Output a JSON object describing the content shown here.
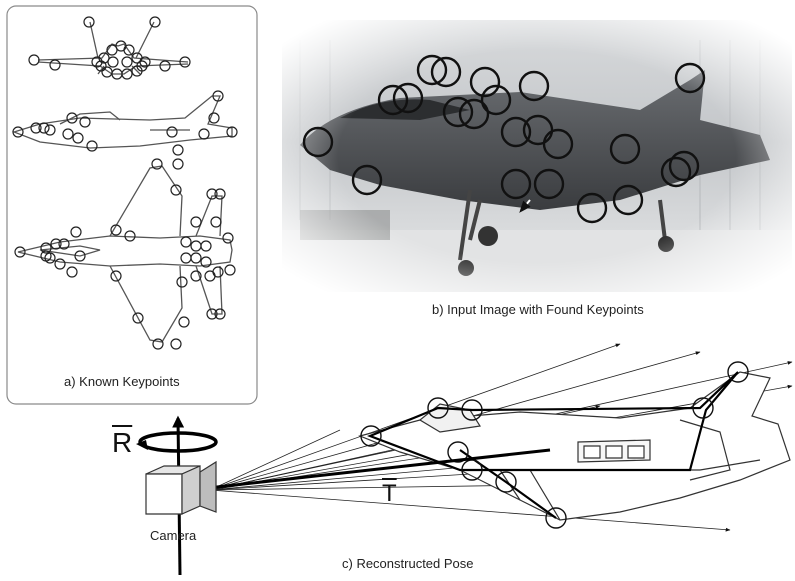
{
  "panel_a": {
    "caption": "a) Known  Keypoints"
  },
  "panel_b": {
    "caption": "b) Input Image with Found Keypoints"
  },
  "panel_c": {
    "caption": "c) Reconstructed Pose",
    "camera_label": "Camera",
    "rotation_symbol": "R",
    "translation_symbol": "T"
  },
  "icons": [
    "keypoint-circle-icon",
    "rotation-arrow-icon",
    "camera-icon",
    "aircraft-drawing-icon"
  ]
}
